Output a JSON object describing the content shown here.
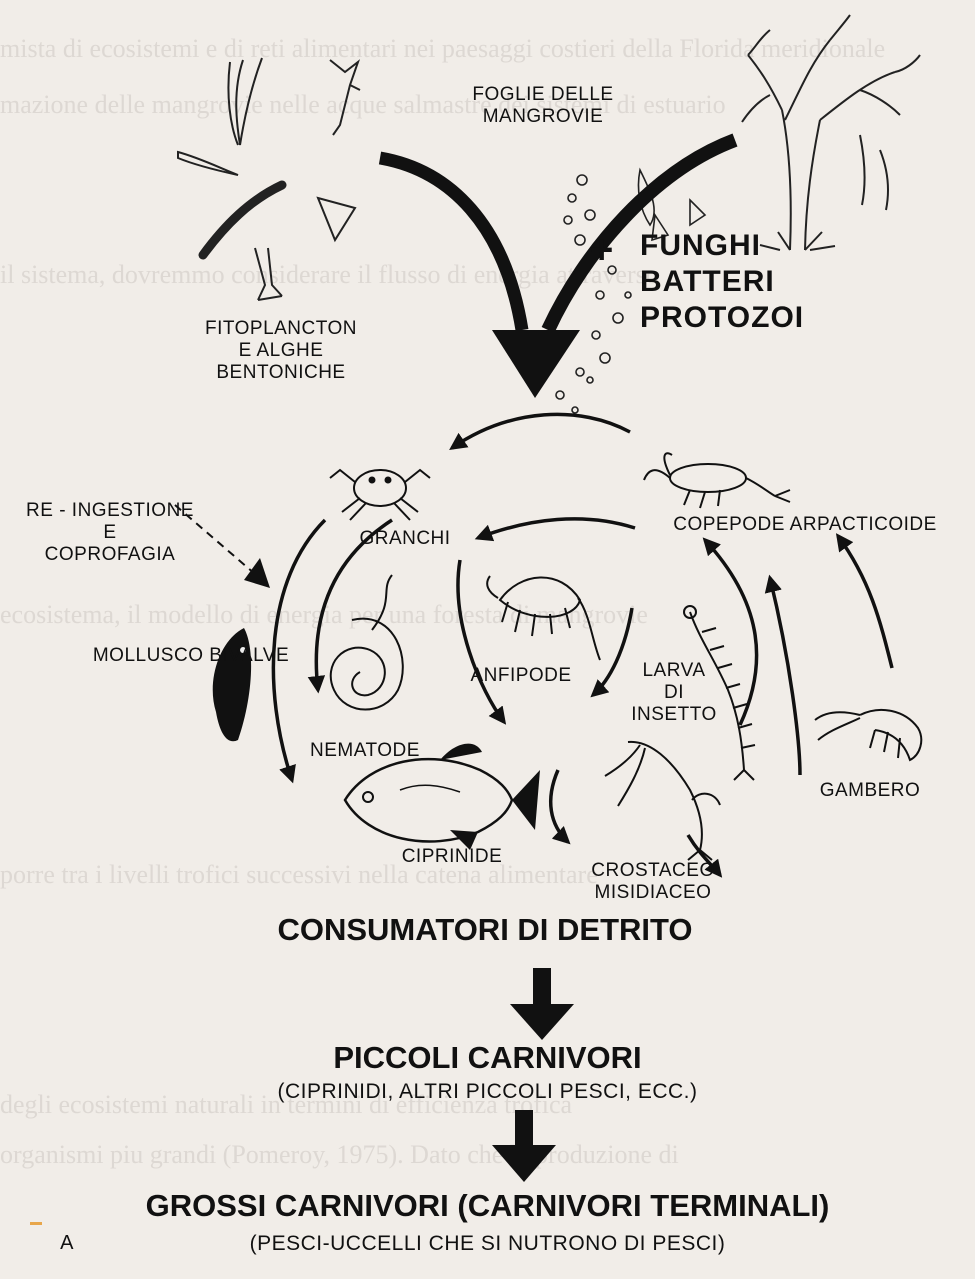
{
  "labels": {
    "mangrove_leaves": "FOGLIE DELLE\nMANGROVIE",
    "decomposers": "FUNGHI\nBATTERI\nPROTOZOI",
    "phytoplankton": "FITOPLANCTON\nE ALGHE\nBENTONICHE",
    "reingestion": "RE - INGESTIONE\nE\nCOPROFAGIA",
    "crabs": "GRANCHI",
    "copepod": "COPEPODE ARPACTICOIDE",
    "bivalve": "MOLLUSCO BIVALVE",
    "amphipod": "ANFIPODE",
    "insect_larva": "LARVA\nDI\nINSETTO",
    "nematode": "NEMATODE",
    "shrimp": "GAMBERO",
    "cyprinid": "CIPRINIDE",
    "mysid": "CROSTACEO\nMISIDIACEO",
    "plus_sign": "+"
  },
  "levels": {
    "detritivores": "CONSUMATORI DI DETRITO",
    "small_carnivores": "PICCOLI CARNIVORI",
    "small_carnivores_examples": "(CIPRINIDI, ALTRI PICCOLI PESCI, ECC.)",
    "large_carnivores": "GROSSI CARNIVORI (CARNIVORI TERMINALI)",
    "large_carnivores_examples": "(PESCI-UCCELLI CHE SI NUTRONO DI PESCI)"
  },
  "figure_letter": "A"
}
